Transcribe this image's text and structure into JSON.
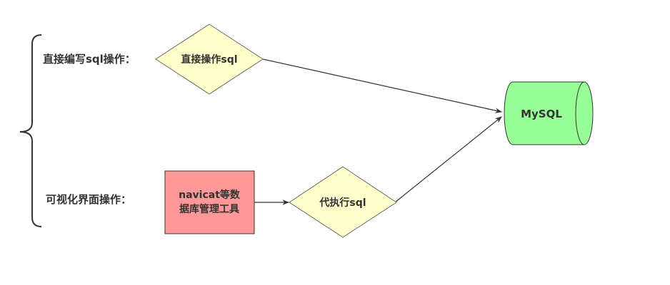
{
  "labels": {
    "direct_category": "直接编写sql操作：",
    "visual_category": "可视化界面操作："
  },
  "nodes": {
    "direct_sql": "直接操作sql",
    "navicat_line1": "navicat等数",
    "navicat_line2": "据库管理工具",
    "proxy_sql": "代执行sql",
    "mysql": "MySQL"
  },
  "colors": {
    "diamond_fill": "#ffffcc",
    "diamond_stroke": "#666666",
    "tool_fill": "#ff9999",
    "tool_stroke": "#333333",
    "db_fill": "#99ff99",
    "db_stroke": "#333333",
    "line": "#333333"
  }
}
